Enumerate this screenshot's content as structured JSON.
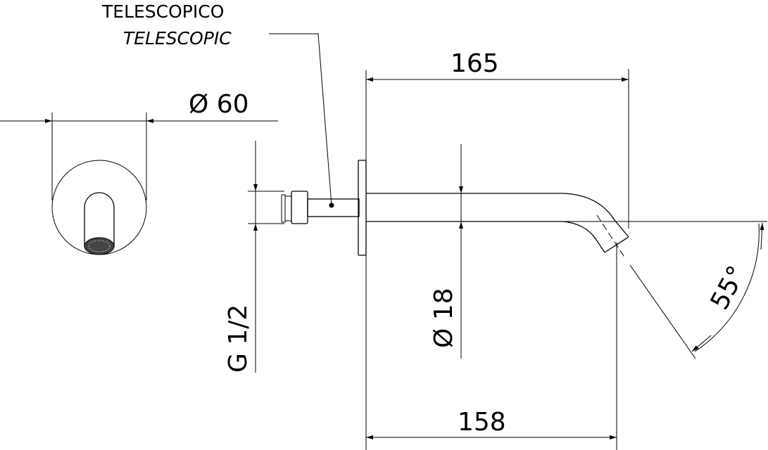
{
  "labels": {
    "telescopic_it": "TELESCOPICO",
    "telescopic_en": "TELESCOPIC",
    "dia_60": "Ø 60",
    "len_165": "165",
    "len_158": "158",
    "dia_18": "Ø 18",
    "thread": "G 1/2",
    "angle": "55°"
  },
  "colors": {
    "line": "#000000",
    "background": "#ffffff"
  }
}
